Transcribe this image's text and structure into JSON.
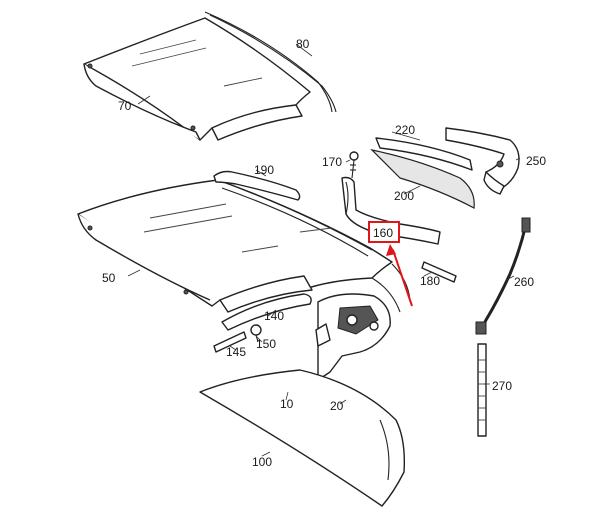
{
  "callouts": {
    "p10": "10",
    "p20": "20",
    "p50": "50",
    "p70": "70",
    "p80": "80",
    "p100": "100",
    "p140": "140",
    "p145": "145",
    "p150": "150",
    "p160": "160",
    "p170": "170",
    "p180": "180",
    "p190": "190",
    "p200": "200",
    "p220": "220",
    "p250": "250",
    "p260": "260",
    "p270": "270"
  },
  "highlight": {
    "part": "160",
    "color": "#e0161b"
  }
}
